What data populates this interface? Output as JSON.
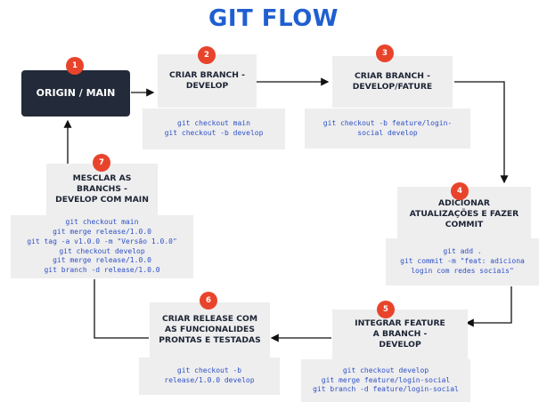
{
  "title": "GIT FLOW",
  "steps": [
    {
      "number": "1",
      "label": "ORIGIN / MAIN",
      "code": []
    },
    {
      "number": "2",
      "label": "CRIAR BRANCH -\nDEVELOP",
      "code": [
        "git checkout main",
        "git checkout -b develop"
      ]
    },
    {
      "number": "3",
      "label": "CRIAR BRANCH -\nDEVELOP/FATURE",
      "code": [
        "git checkout -b feature/login-",
        "social develop"
      ]
    },
    {
      "number": "4",
      "label": "ADICIONAR\nATUALIZAÇÕES E FAZER\nCOMMIT",
      "code": [
        "git add .",
        "git commit -m \"feat: adiciona",
        "login com redes sociais\""
      ]
    },
    {
      "number": "5",
      "label": "INTEGRAR FEATURE\nA BRANCH -\nDEVELOP",
      "code": [
        "git checkout develop",
        "git merge feature/login-social",
        "git branch -d feature/login-social"
      ]
    },
    {
      "number": "6",
      "label": "CRIAR RELEASE COM\nAS FUNCIONALIDES\nPRONTAS E TESTADAS",
      "code": [
        "git checkout -b",
        "release/1.0.0 develop"
      ]
    },
    {
      "number": "7",
      "label": "MESCLAR AS\nBRANCHS -\nDEVELOP COM MAIN",
      "code": [
        "git checkout main",
        "git merge release/1.0.0",
        "git tag -a v1.0.0 -m \"Versão 1.0.0\"",
        "git checkout develop",
        "git merge release/1.0.0",
        "git branch -d release/1.0.0"
      ]
    }
  ],
  "colors": {
    "title": "#1f5fd0",
    "badge": "#e8442c",
    "code_text": "#2f51c4",
    "dark_box": "#232a39",
    "light_box": "#eeeeef"
  }
}
